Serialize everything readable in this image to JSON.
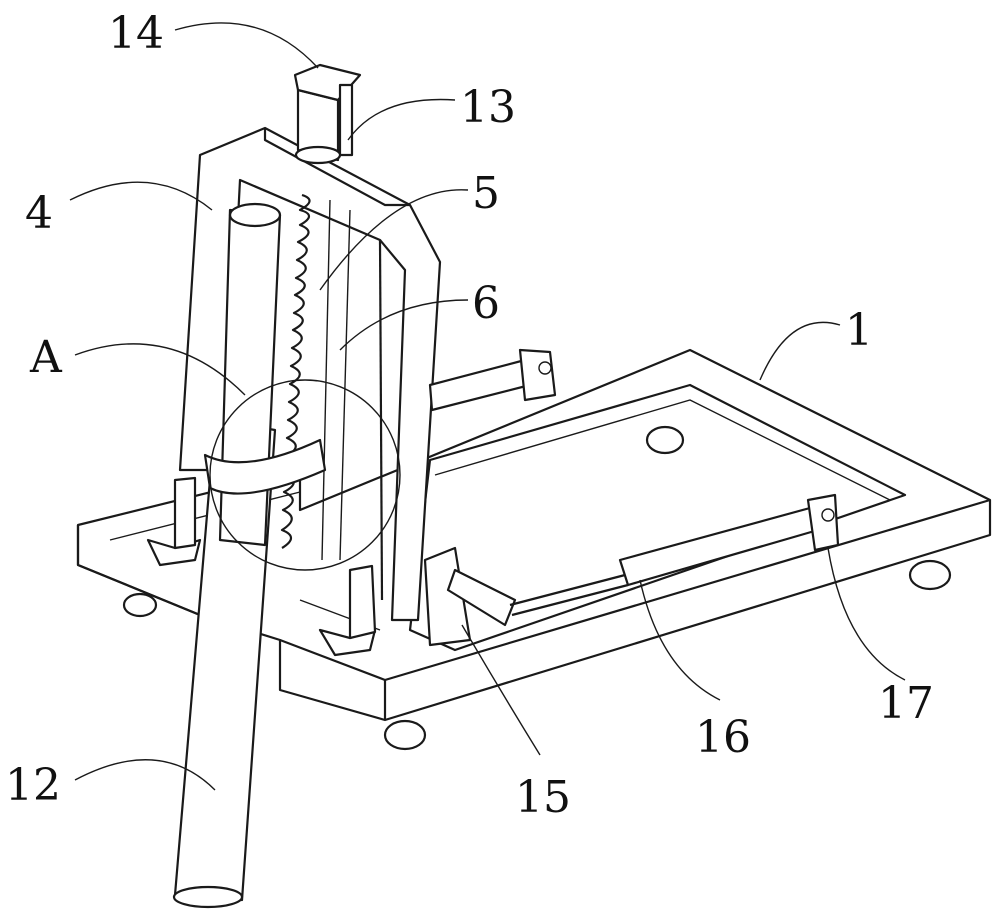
{
  "figure": {
    "labels": {
      "l14": "14",
      "l13": "13",
      "l4": "4",
      "l5": "5",
      "l6": "6",
      "lA": "A",
      "l1": "1",
      "l12": "12",
      "l15": "15",
      "l16": "16",
      "l17": "17"
    }
  }
}
